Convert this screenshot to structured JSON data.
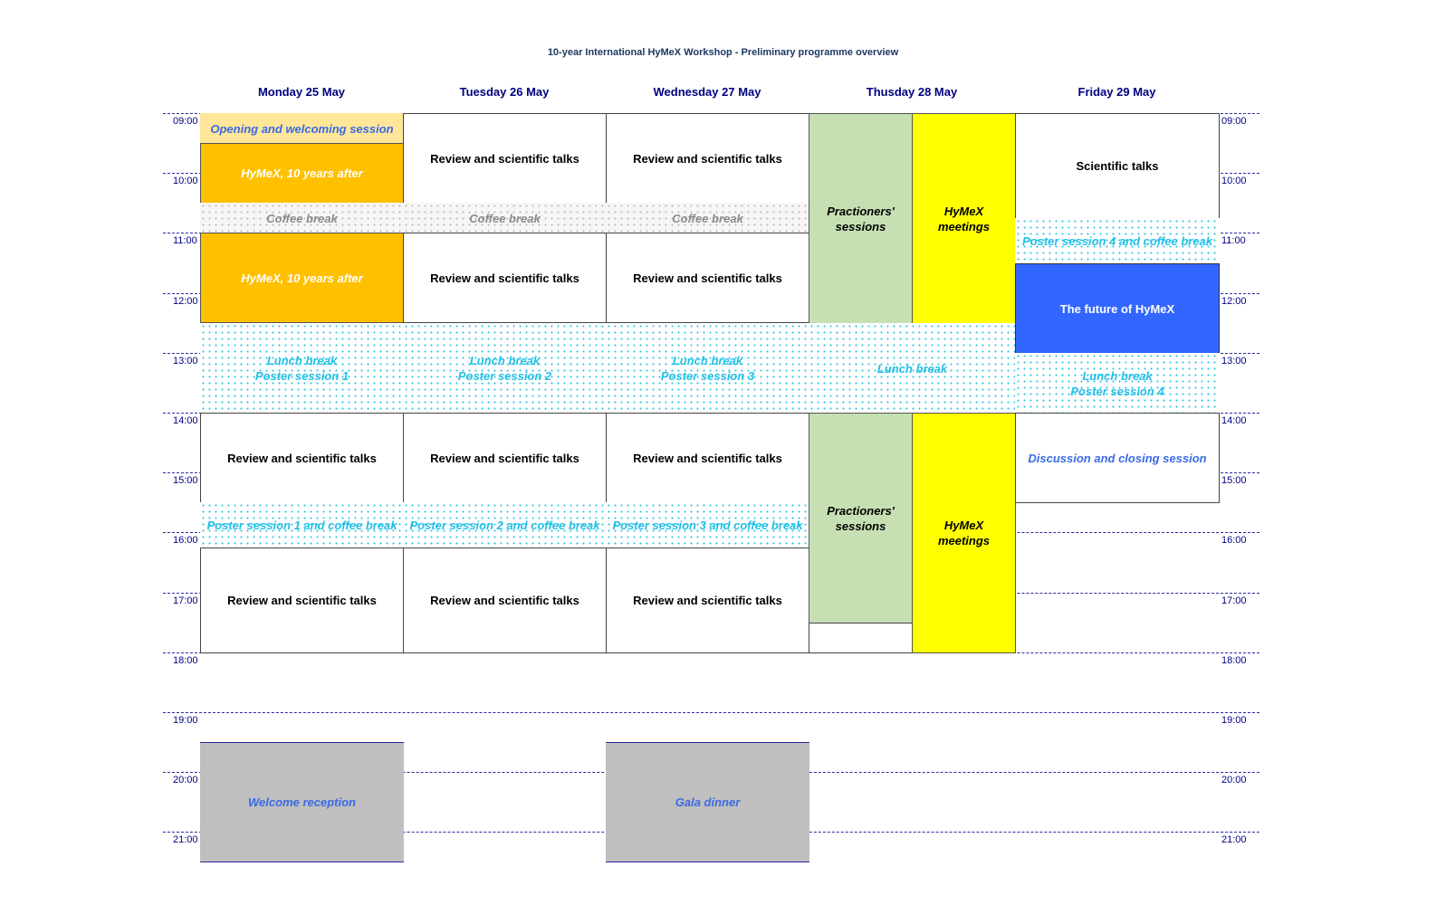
{
  "title": "10-year International HyMeX Workshop - Preliminary programme overview",
  "days": [
    {
      "label": "Monday 25 May"
    },
    {
      "label": "Tuesday 26 May"
    },
    {
      "label": "Wednesday 27 May"
    },
    {
      "label": "Thusday 28 May"
    },
    {
      "label": "Friday 29 May"
    }
  ],
  "times": [
    "09:00",
    "10:00",
    "11:00",
    "12:00",
    "13:00",
    "14:00",
    "15:00",
    "16:00",
    "17:00",
    "18:00",
    "19:00",
    "20:00",
    "21:00"
  ],
  "schedule": {
    "day_start_hour": 9,
    "sessions": [
      {
        "col": 0,
        "start": "09:00",
        "end": "09:30",
        "label": "Opening and welcoming session",
        "style": "opening"
      },
      {
        "col": 0,
        "start": "09:30",
        "end": "10:30",
        "label": "HyMeX, 10 years after",
        "style": "orange"
      },
      {
        "col": 0,
        "start": "10:30",
        "end": "11:00",
        "label": "Coffee break",
        "style": "coffee"
      },
      {
        "col": 0,
        "start": "11:00",
        "end": "12:30",
        "label": "HyMeX, 10 years after",
        "style": "orange"
      },
      {
        "col": 0,
        "start": "12:30",
        "end": "14:00",
        "label": "Lunch break\nPoster session 1",
        "style": "poster"
      },
      {
        "col": 0,
        "start": "14:00",
        "end": "15:30",
        "label": "Review and scientific talks",
        "style": "talk"
      },
      {
        "col": 0,
        "start": "15:30",
        "end": "16:15",
        "label": "Poster session 1 and coffee break",
        "style": "poster"
      },
      {
        "col": 0,
        "start": "16:15",
        "end": "18:00",
        "label": "Review and scientific talks",
        "style": "talk"
      },
      {
        "col": 0,
        "start": "19:30",
        "end": "21:30",
        "label": "Welcome reception",
        "style": "gray"
      },
      {
        "col": 1,
        "start": "09:00",
        "end": "10:30",
        "label": "Review and scientific talks",
        "style": "talk"
      },
      {
        "col": 1,
        "start": "10:30",
        "end": "11:00",
        "label": "Coffee break",
        "style": "coffee"
      },
      {
        "col": 1,
        "start": "11:00",
        "end": "12:30",
        "label": "Review and scientific talks",
        "style": "talk"
      },
      {
        "col": 1,
        "start": "12:30",
        "end": "14:00",
        "label": "Lunch break\nPoster session 2",
        "style": "poster"
      },
      {
        "col": 1,
        "start": "14:00",
        "end": "15:30",
        "label": "Review and scientific talks",
        "style": "talk"
      },
      {
        "col": 1,
        "start": "15:30",
        "end": "16:15",
        "label": "Poster session 2 and coffee break",
        "style": "poster"
      },
      {
        "col": 1,
        "start": "16:15",
        "end": "18:00",
        "label": "Review and scientific talks",
        "style": "talk"
      },
      {
        "col": 2,
        "start": "09:00",
        "end": "10:30",
        "label": "Review and scientific talks",
        "style": "talk"
      },
      {
        "col": 2,
        "start": "10:30",
        "end": "11:00",
        "label": "Coffee break",
        "style": "coffee"
      },
      {
        "col": 2,
        "start": "11:00",
        "end": "12:30",
        "label": "Review and scientific talks",
        "style": "talk"
      },
      {
        "col": 2,
        "start": "12:30",
        "end": "14:00",
        "label": "Lunch break\nPoster session 3",
        "style": "poster"
      },
      {
        "col": 2,
        "start": "14:00",
        "end": "15:30",
        "label": "Review and scientific talks",
        "style": "talk"
      },
      {
        "col": 2,
        "start": "15:30",
        "end": "16:15",
        "label": "Poster session 3 and coffee break",
        "style": "poster"
      },
      {
        "col": 2,
        "start": "16:15",
        "end": "18:00",
        "label": "Review and scientific talks",
        "style": "talk"
      },
      {
        "col": 2,
        "start": "19:30",
        "end": "21:30",
        "label": "Gala dinner",
        "style": "gray"
      },
      {
        "col": 3,
        "half": "left",
        "start": "09:00",
        "end": "12:30",
        "label": "Practioners'\nsessions",
        "style": "green"
      },
      {
        "col": 3,
        "half": "right",
        "start": "09:00",
        "end": "12:30",
        "label": "HyMeX\nmeetings",
        "style": "yellow"
      },
      {
        "col": 3,
        "start": "12:30",
        "end": "14:00",
        "label": "Lunch break",
        "style": "poster"
      },
      {
        "col": 3,
        "half": "left",
        "start": "14:00",
        "end": "17:30",
        "label": "Practioners'\nsessions",
        "style": "green"
      },
      {
        "col": 3,
        "half": "left",
        "start": "17:30",
        "end": "18:00",
        "label": "",
        "style": "empty"
      },
      {
        "col": 3,
        "half": "right",
        "start": "14:00",
        "end": "18:00",
        "label": "HyMeX\nmeetings",
        "style": "yellow"
      },
      {
        "col": 4,
        "start": "09:00",
        "end": "10:45",
        "label": "Scientific talks",
        "style": "talk"
      },
      {
        "col": 4,
        "start": "10:45",
        "end": "11:30",
        "label": "Poster session 4 and coffee break",
        "style": "poster"
      },
      {
        "col": 4,
        "start": "11:30",
        "end": "13:00",
        "label": "The future of HyMeX",
        "style": "blue"
      },
      {
        "col": 4,
        "start": "13:00",
        "end": "14:00",
        "label": "Lunch break\nPoster session 4",
        "style": "poster"
      },
      {
        "col": 4,
        "start": "14:00",
        "end": "15:30",
        "label": "Discussion and closing session",
        "style": "closing"
      }
    ]
  }
}
